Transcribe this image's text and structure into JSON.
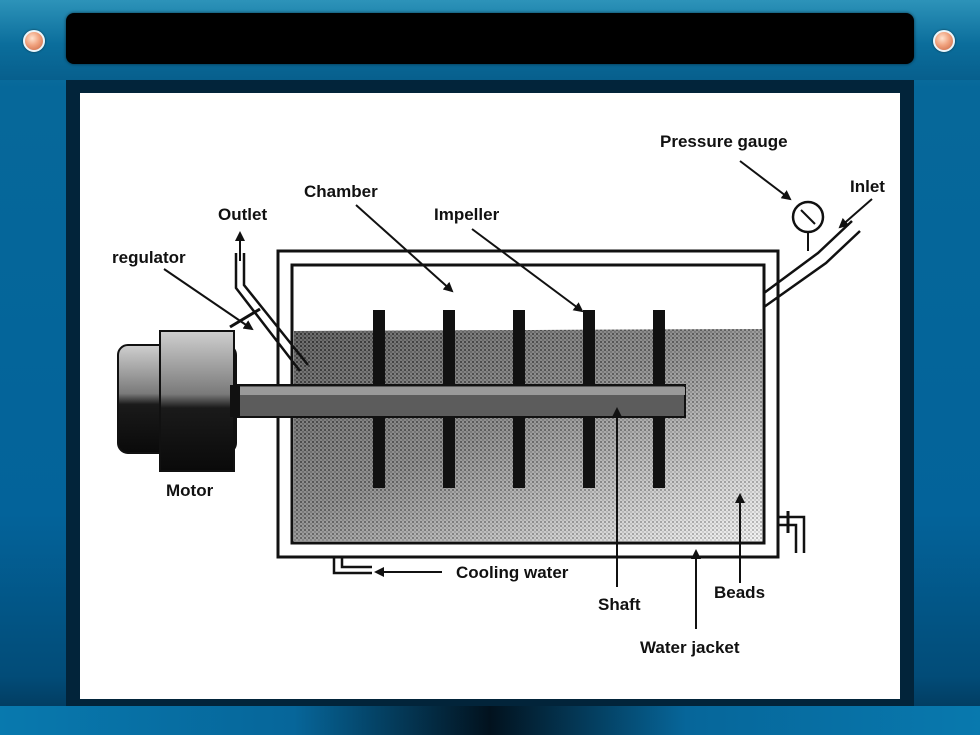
{
  "slide": {
    "title": ""
  },
  "diagram": {
    "labels": {
      "pressure_gauge": "Pressure gauge",
      "inlet": "Inlet",
      "chamber": "Chamber",
      "outlet": "Outlet",
      "impeller": "Impeller",
      "regulator": "regulator",
      "motor": "Motor",
      "cooling_water": "Cooling water",
      "shaft": "Shaft",
      "beads": "Beads",
      "water_jacket": "Water jacket"
    }
  },
  "colors": {
    "slide_background": "#03639a",
    "title_bar": "#000000",
    "accent_orb": "#e88a64"
  }
}
